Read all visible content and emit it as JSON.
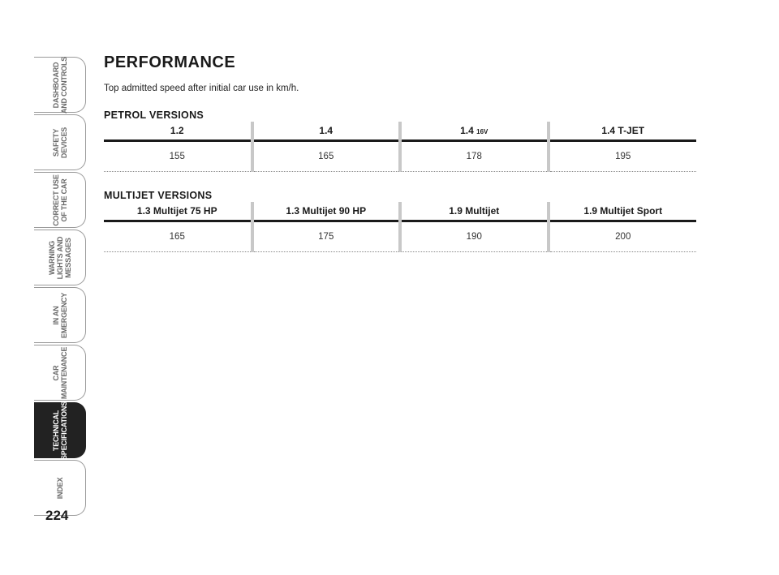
{
  "nav": {
    "tabs": [
      {
        "label": "DASHBOARD\nAND CONTROLS",
        "active": false
      },
      {
        "label": "SAFETY\nDEVICES",
        "active": false
      },
      {
        "label": "CORRECT USE\nOF THE CAR",
        "active": false
      },
      {
        "label": "WARNING\nLIGHTS AND\nMESSAGES",
        "active": false
      },
      {
        "label": "IN AN\nEMERGENCY",
        "active": false
      },
      {
        "label": "CAR\nMAINTENANCE",
        "active": false
      },
      {
        "label": "TECHNICAL\nSPECIFICATIONS",
        "active": true
      },
      {
        "label": "INDEX",
        "active": false
      }
    ]
  },
  "page_number": "224",
  "title": "PERFORMANCE",
  "intro": "Top admitted speed after initial car use in km/h.",
  "petrol": {
    "heading": "PETROL VERSIONS",
    "columns": [
      "1.2",
      "1.4",
      "1.4",
      "1.4 T-JET"
    ],
    "col3_suffix": "16V",
    "values": [
      "155",
      "165",
      "178",
      "195"
    ]
  },
  "multijet": {
    "heading": "MULTIJET VERSIONS",
    "columns": [
      "1.3 Multijet 75 HP",
      "1.3 Multijet 90 HP",
      "1.9 Multijet",
      "1.9 Multijet Sport"
    ],
    "values": [
      "165",
      "175",
      "190",
      "200"
    ]
  }
}
